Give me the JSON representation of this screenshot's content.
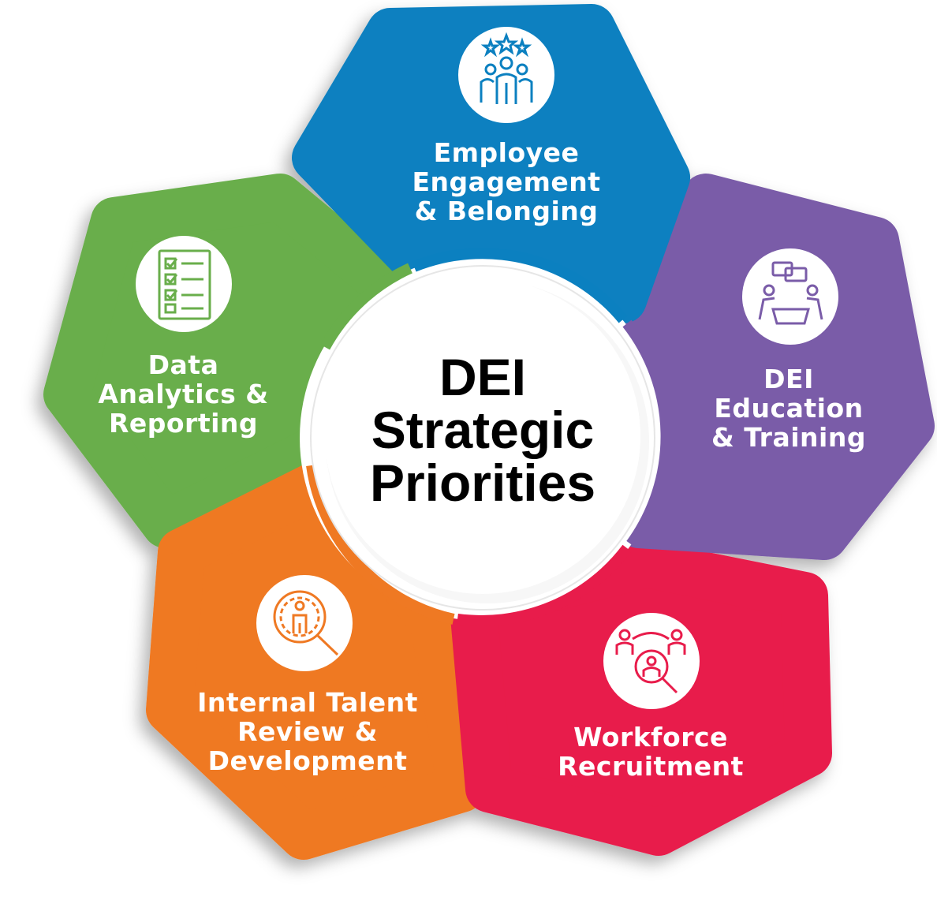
{
  "center_title": "DEI\nStrategic\nPriorities",
  "colors": {
    "blue": "#0b80c0",
    "purple": "#7a5ca8",
    "red": "#e81c4b",
    "orange": "#ef7923",
    "green": "#69ae4b"
  },
  "petals": [
    {
      "label": "Employee\nEngagement\n& Belonging",
      "icon": "team-stars-icon"
    },
    {
      "label": "DEI\nEducation\n& Training",
      "icon": "meeting-discussion-icon"
    },
    {
      "label": "Workforce\nRecruitment",
      "icon": "recruitment-search-icon"
    },
    {
      "label": "Internal Talent\nReview &\nDevelopment",
      "icon": "talent-magnifier-icon"
    },
    {
      "label": "Data\nAnalytics &\nReporting",
      "icon": "checklist-icon"
    }
  ]
}
